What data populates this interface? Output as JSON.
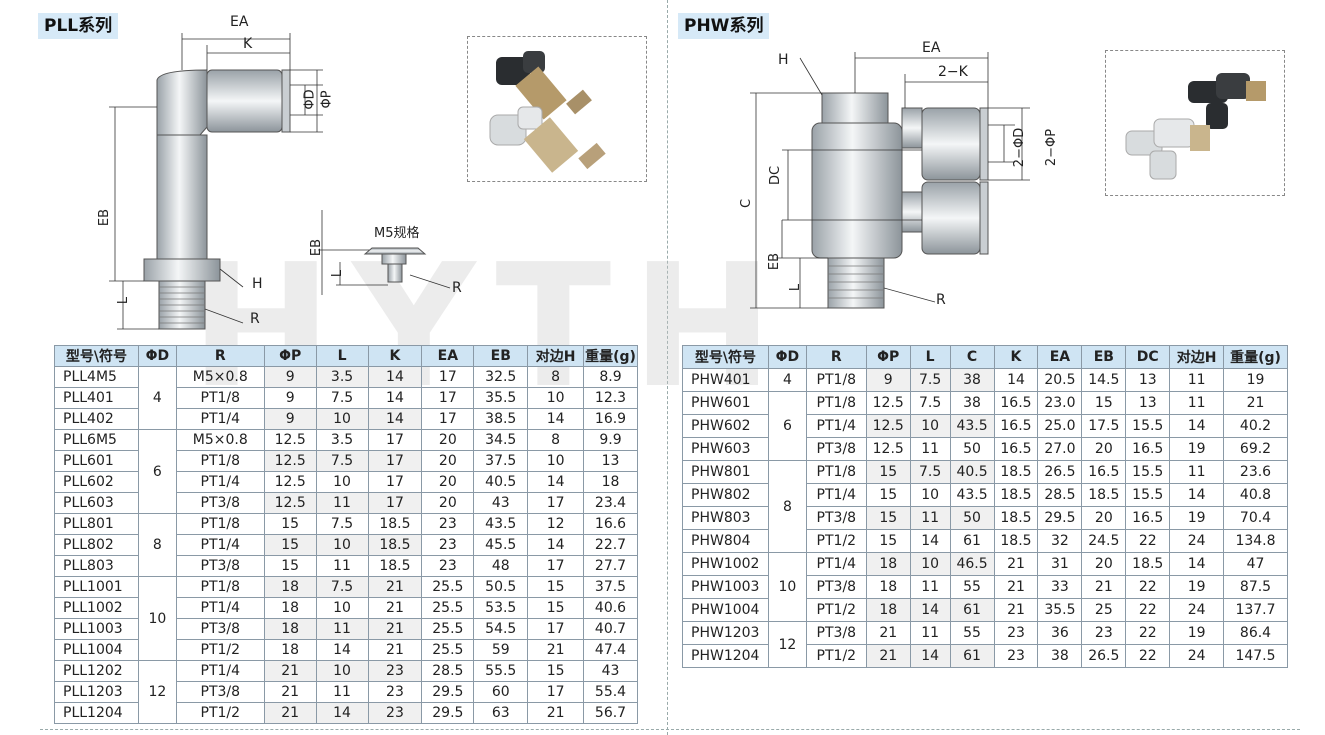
{
  "left": {
    "title": "PLL系列",
    "headers": [
      "型号\\符号",
      "ΦD",
      "R",
      "ΦP",
      "L",
      "K",
      "EA",
      "EB",
      "对边H",
      "重量(g)"
    ],
    "groups": [
      {
        "d": "4",
        "rows": [
          [
            "PLL4M5",
            "M5×0.8",
            "9",
            "3.5",
            "14",
            "17",
            "32.5",
            "8",
            "8.9"
          ],
          [
            "PLL401",
            "PT1/8",
            "9",
            "7.5",
            "14",
            "17",
            "35.5",
            "10",
            "12.3"
          ],
          [
            "PLL402",
            "PT1/4",
            "9",
            "10",
            "14",
            "17",
            "38.5",
            "14",
            "16.9"
          ]
        ]
      },
      {
        "d": "6",
        "rows": [
          [
            "PLL6M5",
            "M5×0.8",
            "12.5",
            "3.5",
            "17",
            "20",
            "34.5",
            "8",
            "9.9"
          ],
          [
            "PLL601",
            "PT1/8",
            "12.5",
            "7.5",
            "17",
            "20",
            "37.5",
            "10",
            "13"
          ],
          [
            "PLL602",
            "PT1/4",
            "12.5",
            "10",
            "17",
            "20",
            "40.5",
            "14",
            "18"
          ],
          [
            "PLL603",
            "PT3/8",
            "12.5",
            "11",
            "17",
            "20",
            "43",
            "17",
            "23.4"
          ]
        ]
      },
      {
        "d": "8",
        "rows": [
          [
            "PLL801",
            "PT1/8",
            "15",
            "7.5",
            "18.5",
            "23",
            "43.5",
            "12",
            "16.6"
          ],
          [
            "PLL802",
            "PT1/4",
            "15",
            "10",
            "18.5",
            "23",
            "45.5",
            "14",
            "22.7"
          ],
          [
            "PLL803",
            "PT3/8",
            "15",
            "11",
            "18.5",
            "23",
            "48",
            "17",
            "27.7"
          ]
        ]
      },
      {
        "d": "10",
        "rows": [
          [
            "PLL1001",
            "PT1/8",
            "18",
            "7.5",
            "21",
            "25.5",
            "50.5",
            "15",
            "37.5"
          ],
          [
            "PLL1002",
            "PT1/4",
            "18",
            "10",
            "21",
            "25.5",
            "53.5",
            "15",
            "40.6"
          ],
          [
            "PLL1003",
            "PT3/8",
            "18",
            "11",
            "21",
            "25.5",
            "54.5",
            "17",
            "40.7"
          ],
          [
            "PLL1004",
            "PT1/2",
            "18",
            "14",
            "21",
            "25.5",
            "59",
            "21",
            "47.4"
          ]
        ]
      },
      {
        "d": "12",
        "rows": [
          [
            "PLL1202",
            "PT1/4",
            "21",
            "10",
            "23",
            "28.5",
            "55.5",
            "15",
            "43"
          ],
          [
            "PLL1203",
            "PT3/8",
            "21",
            "11",
            "23",
            "29.5",
            "60",
            "17",
            "55.4"
          ],
          [
            "PLL1204",
            "PT1/2",
            "21",
            "14",
            "23",
            "29.5",
            "63",
            "21",
            "56.7"
          ]
        ]
      }
    ],
    "drawing_labels": {
      "ea": "EA",
      "k": "K",
      "d": "ΦD",
      "p": "ΦP",
      "eb": "EB",
      "l": "L",
      "h": "H",
      "r": "R",
      "m5": "M5规格",
      "eb2": "EB",
      "l2": "L",
      "r2": "R"
    }
  },
  "right": {
    "title": "PHW系列",
    "headers": [
      "型号\\符号",
      "ΦD",
      "R",
      "ΦP",
      "L",
      "C",
      "K",
      "EA",
      "EB",
      "DC",
      "对边H",
      "重量(g)"
    ],
    "groups": [
      {
        "d": "4",
        "rows": [
          [
            "PHW401",
            "PT1/8",
            "9",
            "7.5",
            "38",
            "14",
            "20.5",
            "14.5",
            "13",
            "11",
            "19"
          ]
        ]
      },
      {
        "d": "6",
        "rows": [
          [
            "PHW601",
            "PT1/8",
            "12.5",
            "7.5",
            "38",
            "16.5",
            "23.0",
            "15",
            "13",
            "11",
            "21"
          ],
          [
            "PHW602",
            "PT1/4",
            "12.5",
            "10",
            "43.5",
            "16.5",
            "25.0",
            "17.5",
            "15.5",
            "14",
            "40.2"
          ],
          [
            "PHW603",
            "PT3/8",
            "12.5",
            "11",
            "50",
            "16.5",
            "27.0",
            "20",
            "16.5",
            "19",
            "69.2"
          ]
        ]
      },
      {
        "d": "8",
        "rows": [
          [
            "PHW801",
            "PT1/8",
            "15",
            "7.5",
            "40.5",
            "18.5",
            "26.5",
            "16.5",
            "15.5",
            "11",
            "23.6"
          ],
          [
            "PHW802",
            "PT1/4",
            "15",
            "10",
            "43.5",
            "18.5",
            "28.5",
            "18.5",
            "15.5",
            "14",
            "40.8"
          ],
          [
            "PHW803",
            "PT3/8",
            "15",
            "11",
            "50",
            "18.5",
            "29.5",
            "20",
            "16.5",
            "19",
            "70.4"
          ],
          [
            "PHW804",
            "PT1/2",
            "15",
            "14",
            "61",
            "18.5",
            "32",
            "24.5",
            "22",
            "24",
            "134.8"
          ]
        ]
      },
      {
        "d": "10",
        "rows": [
          [
            "PHW1002",
            "PT1/4",
            "18",
            "10",
            "46.5",
            "21",
            "31",
            "20",
            "18.5",
            "14",
            "47"
          ],
          [
            "PHW1003",
            "PT3/8",
            "18",
            "11",
            "55",
            "21",
            "33",
            "21",
            "22",
            "19",
            "87.5"
          ],
          [
            "PHW1004",
            "PT1/2",
            "18",
            "14",
            "61",
            "21",
            "35.5",
            "25",
            "22",
            "24",
            "137.7"
          ]
        ]
      },
      {
        "d": "12",
        "rows": [
          [
            "PHW1203",
            "PT3/8",
            "21",
            "11",
            "55",
            "23",
            "36",
            "23",
            "22",
            "19",
            "86.4"
          ],
          [
            "PHW1204",
            "PT1/2",
            "21",
            "14",
            "61",
            "23",
            "38",
            "26.5",
            "22",
            "24",
            "147.5"
          ]
        ]
      }
    ],
    "drawing_labels": {
      "ea": "EA",
      "k": "2−K",
      "h": "H",
      "d": "2−ΦD",
      "p": "2−ΦP",
      "c": "C",
      "dc": "DC",
      "eb": "EB",
      "l": "L",
      "r": "R"
    }
  },
  "watermark": "HYTH"
}
